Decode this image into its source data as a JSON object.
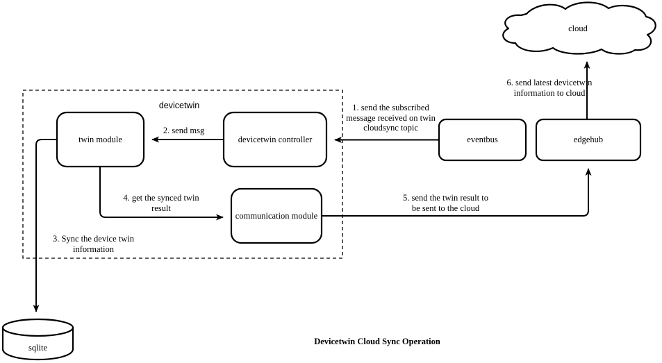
{
  "diagram": {
    "title": "Devicetwin Cloud Sync Operation",
    "group_label": "devicetwin",
    "stroke_color": "#000000",
    "fill_color": "#ffffff",
    "background": "#ffffff"
  },
  "nodes": {
    "twin_module": {
      "label": "twin module",
      "shape": "rounded-rect"
    },
    "devicetwin_controller": {
      "label": "devicetwin controller",
      "shape": "rounded-rect"
    },
    "communication_module": {
      "label": "communication module",
      "shape": "rounded-rect"
    },
    "eventbus": {
      "label": "eventbus",
      "shape": "rounded-rect"
    },
    "edgehub": {
      "label": "edgehub",
      "shape": "rounded-rect"
    },
    "cloud": {
      "label": "cloud",
      "shape": "cloud"
    },
    "sqlite": {
      "label": "sqlite",
      "shape": "cylinder"
    }
  },
  "edges": [
    {
      "id": "edge-1",
      "from": "eventbus",
      "to": "devicetwin_controller",
      "label_line1": "1. send the subscribed",
      "label_line2": "message received on twin",
      "label_line3": "cloudsync topic"
    },
    {
      "id": "edge-2",
      "from": "devicetwin_controller",
      "to": "twin_module",
      "label_line1": "2. send msg"
    },
    {
      "id": "edge-3",
      "from": "twin_module",
      "to": "sqlite",
      "label_line1": "3. Sync the device twin",
      "label_line2": "information"
    },
    {
      "id": "edge-4",
      "from": "twin_module",
      "to": "communication_module",
      "label_line1": "4. get the synced twin",
      "label_line2": "result"
    },
    {
      "id": "edge-5",
      "from": "communication_module",
      "to": "edgehub",
      "label_line1": "5. send the twin result to",
      "label_line2": "be sent to the cloud"
    },
    {
      "id": "edge-6",
      "from": "edgehub",
      "to": "cloud",
      "label_line1": "6. send latest devicetwin",
      "label_line2": "information to cloud"
    }
  ]
}
